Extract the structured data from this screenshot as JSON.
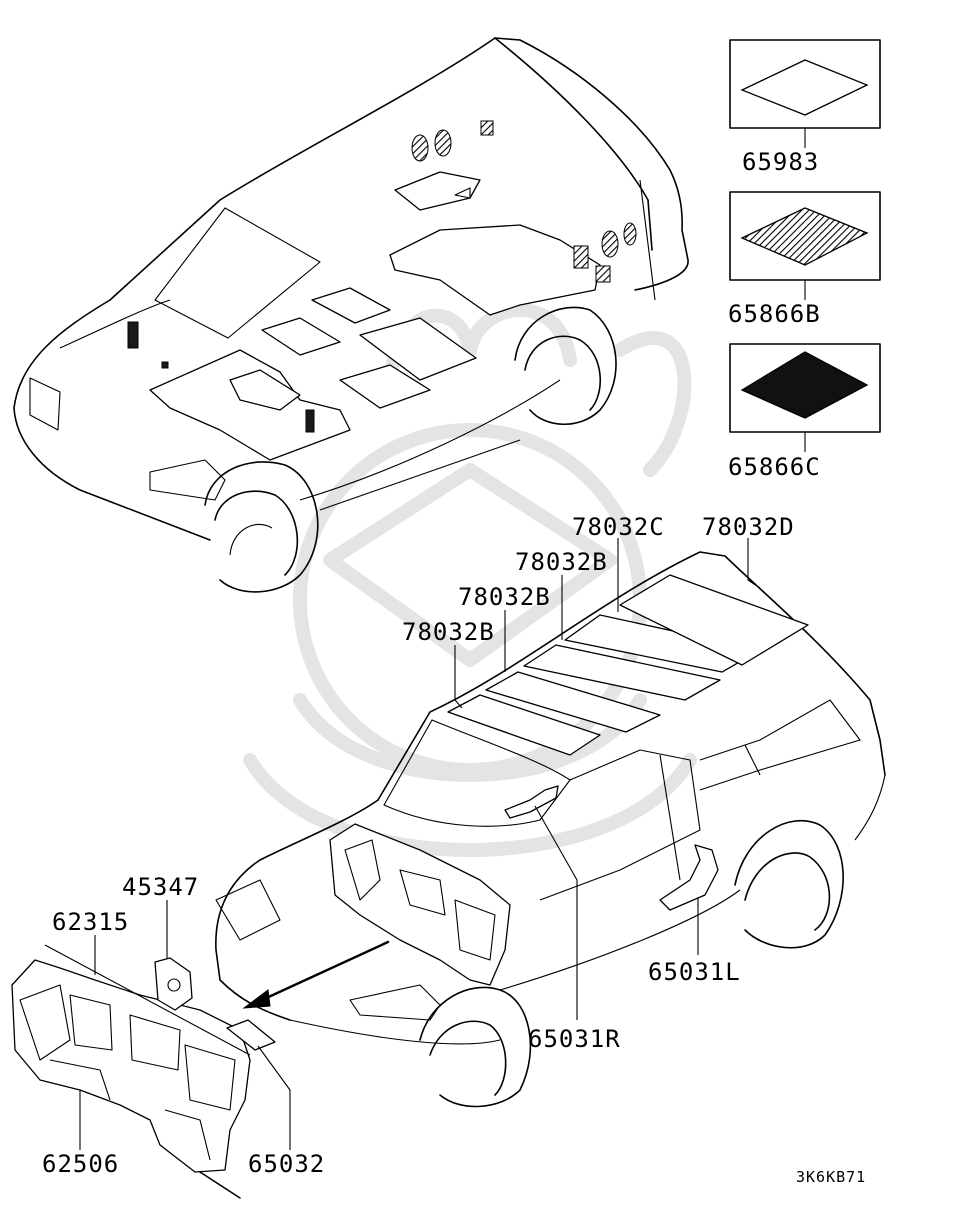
{
  "labels": {
    "p65983": "65983",
    "p65866b": "65866B",
    "p65866c": "65866C",
    "p78032c": "78032C",
    "p78032d": "78032D",
    "p78032b_1": "78032B",
    "p78032b_2": "78032B",
    "p78032b_3": "78032B",
    "p45347": "45347",
    "p62315": "62315",
    "p65031l": "65031L",
    "p65031r": "65031R",
    "p62506": "62506",
    "p65032": "65032"
  },
  "diagram_code": "3K6KB71",
  "swatches": [
    {
      "key": "p65983",
      "fill": "#ffffff",
      "pattern": "plain"
    },
    {
      "key": "p65866b",
      "fill": "#ffffff",
      "pattern": "hatched"
    },
    {
      "key": "p65866c",
      "fill": "#000000",
      "pattern": "solid"
    }
  ],
  "colors": {
    "line": "#000000",
    "watermark": "#e4e4e4",
    "background": "#ffffff"
  }
}
